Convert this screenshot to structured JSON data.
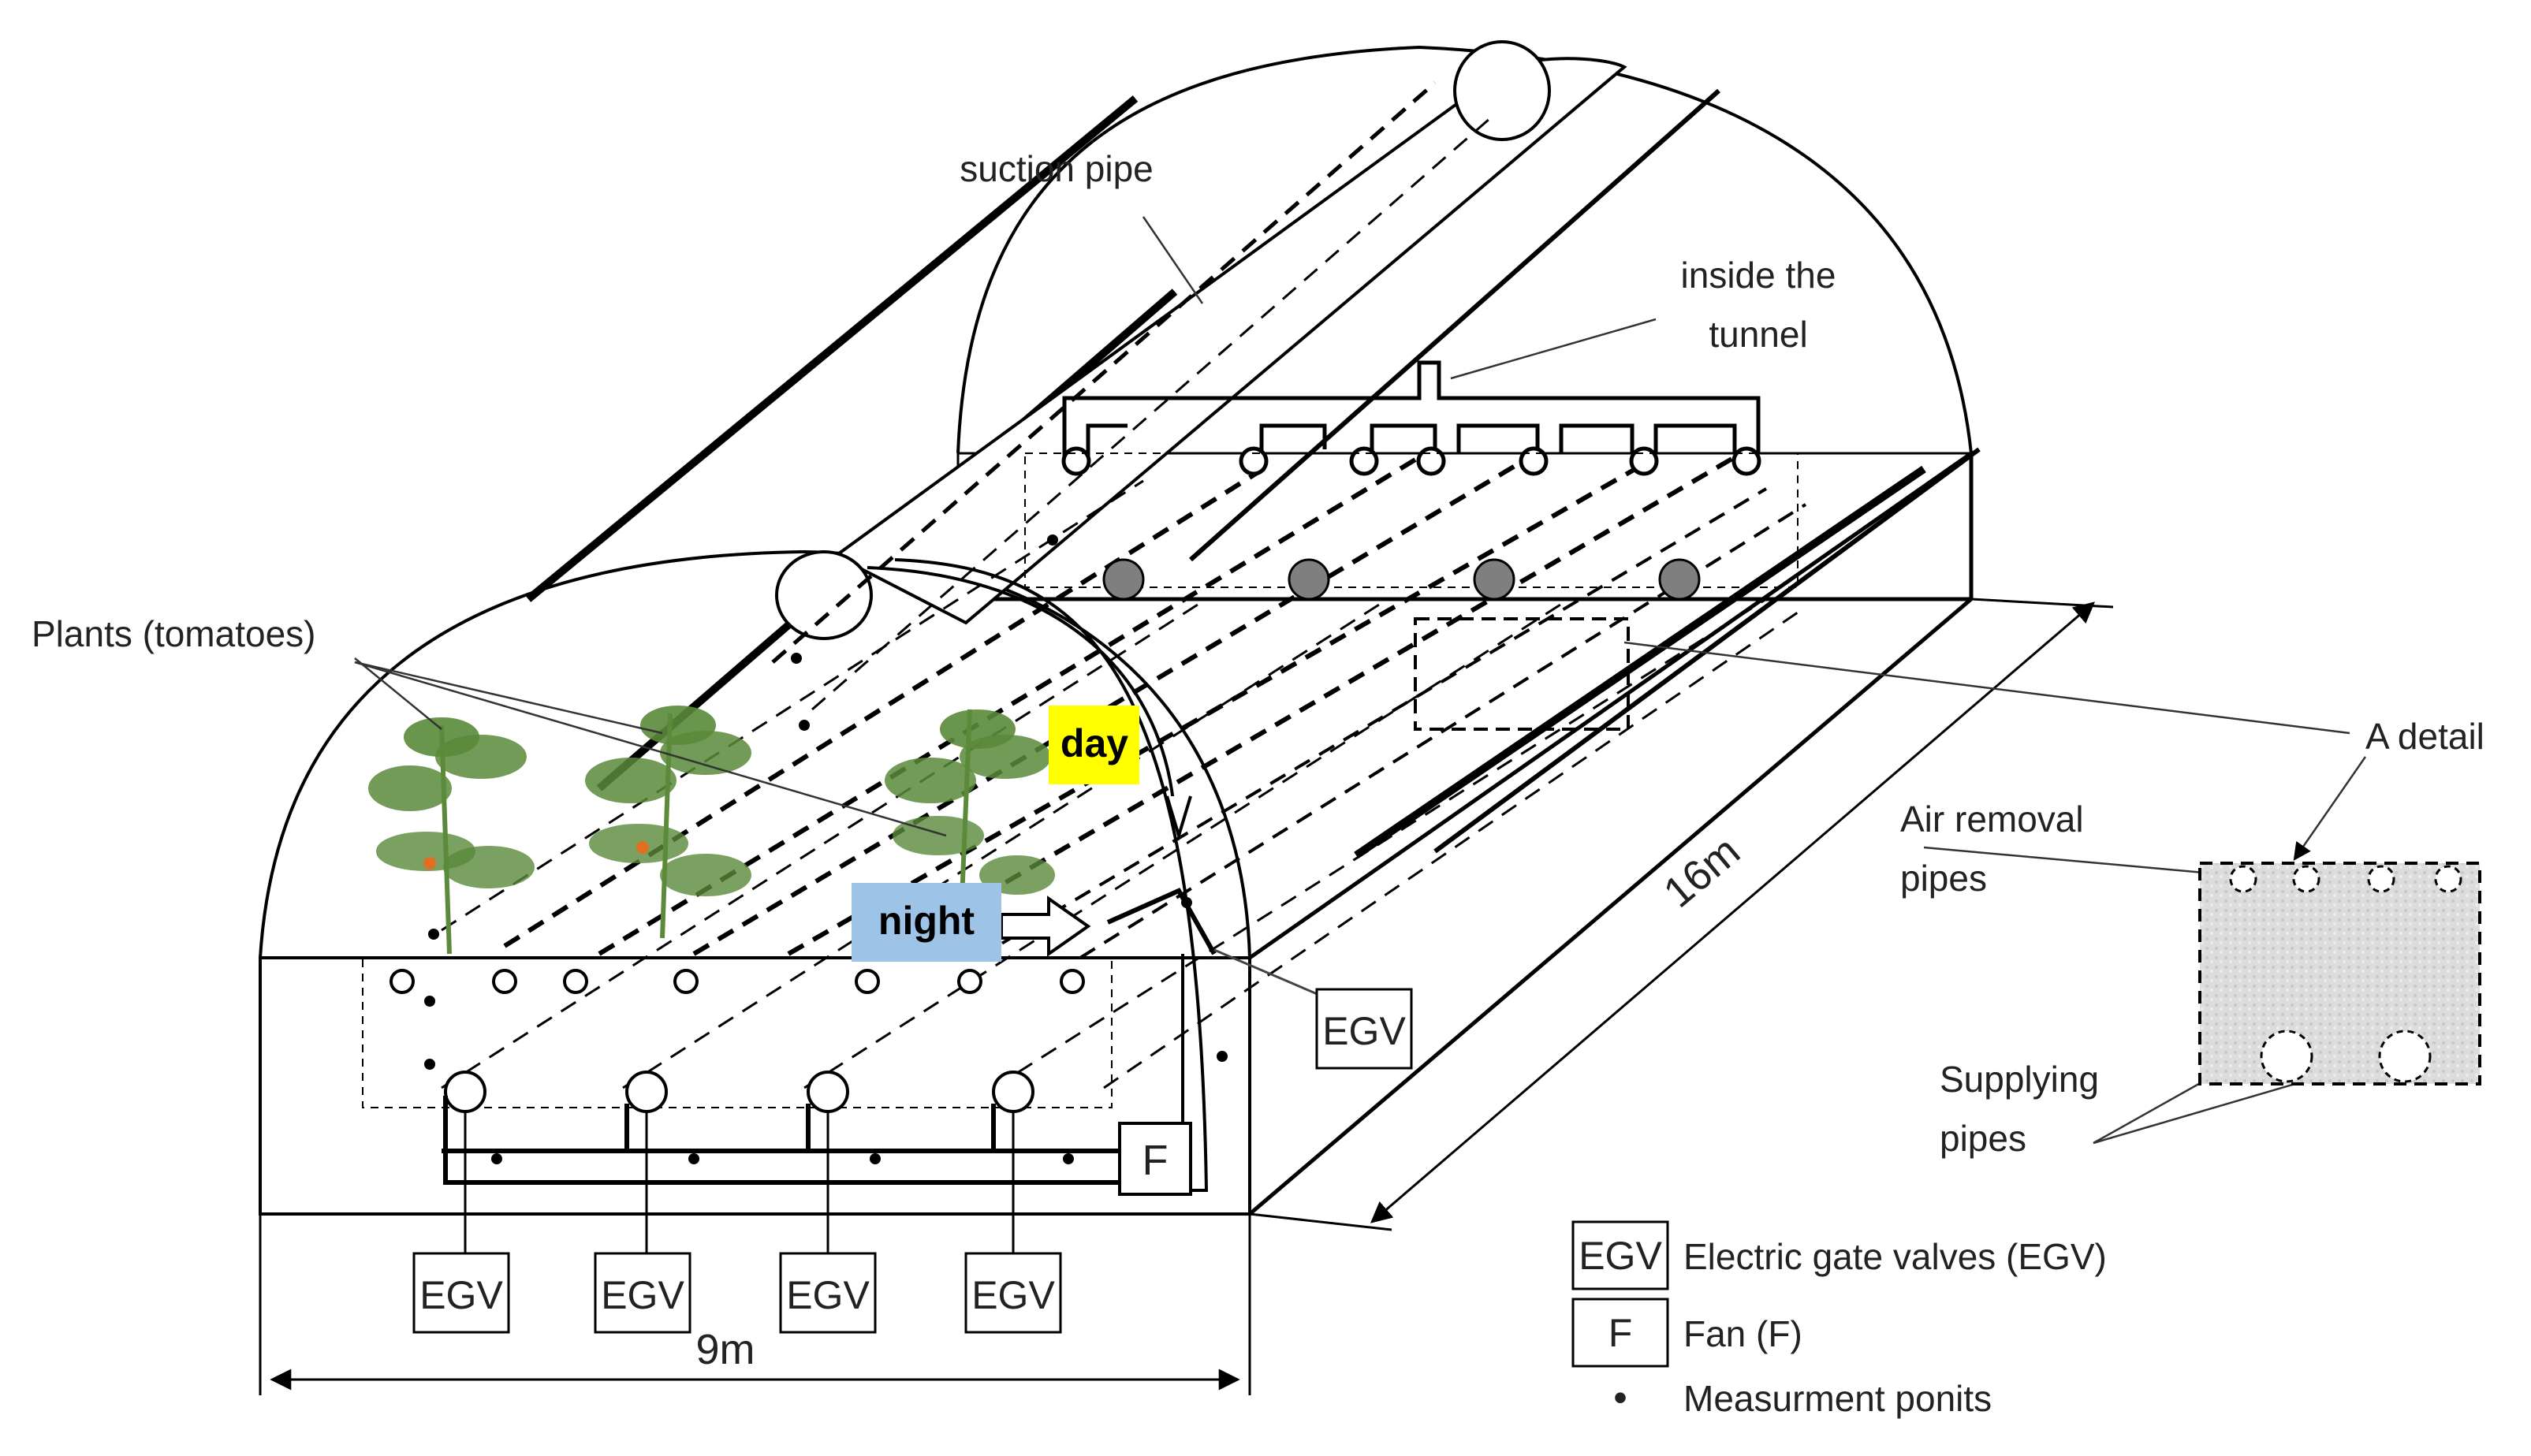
{
  "labels": {
    "suction_pipe": "suction pipe",
    "inside_tunnel_line1": "inside the",
    "inside_tunnel_line2": "tunnel",
    "plants": "Plants (tomatoes)",
    "day": "day",
    "night": "night",
    "egv": "EGV",
    "fan": "F",
    "length": "16m",
    "width": "9m",
    "a_detail": "A detail",
    "air_removal_line1": "Air removal",
    "air_removal_line2": "pipes",
    "supplying_line1": "Supplying",
    "supplying_line2": "pipes"
  },
  "legend": {
    "egv_symbol": "EGV",
    "egv_text": "Electric gate valves (EGV)",
    "fan_symbol": "F",
    "fan_text": "Fan (F)",
    "point_symbol": "•",
    "point_text": "Measurment ponits"
  },
  "colors": {
    "day_highlight": "#ffff00",
    "night_highlight": "#9dc3e6",
    "line": "#000000",
    "plant": "#5a8a3a",
    "valve_fill": "#7f7f7f",
    "soil_detail": "#d9d9d9"
  }
}
